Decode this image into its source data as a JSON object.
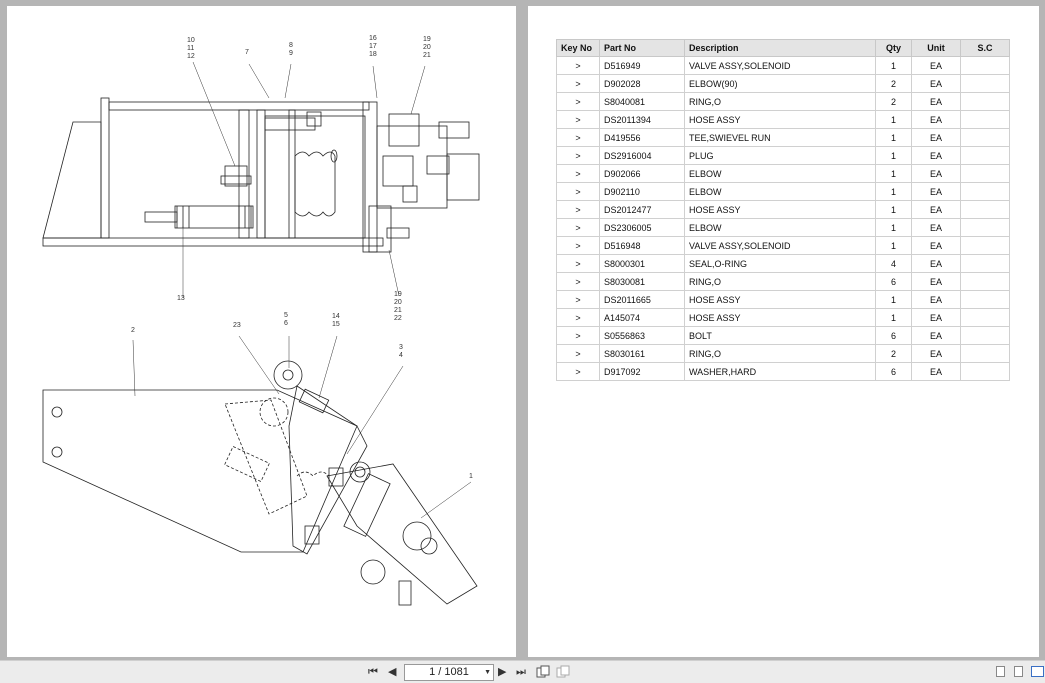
{
  "table": {
    "headers": [
      "Key No",
      "Part No",
      "Description",
      "Qty",
      "Unit",
      "S.C"
    ],
    "rows": [
      {
        "key": ">",
        "part": "D516949",
        "desc": "VALVE ASSY,SOLENOID",
        "qty": "1",
        "unit": "EA",
        "sc": ""
      },
      {
        "key": ">",
        "part": "D902028",
        "desc": "ELBOW(90)",
        "qty": "2",
        "unit": "EA",
        "sc": ""
      },
      {
        "key": ">",
        "part": "S8040081",
        "desc": "RING,O",
        "qty": "2",
        "unit": "EA",
        "sc": ""
      },
      {
        "key": ">",
        "part": "DS2011394",
        "desc": "HOSE ASSY",
        "qty": "1",
        "unit": "EA",
        "sc": ""
      },
      {
        "key": ">",
        "part": "D419556",
        "desc": "TEE,SWIEVEL RUN",
        "qty": "1",
        "unit": "EA",
        "sc": ""
      },
      {
        "key": ">",
        "part": "DS2916004",
        "desc": "PLUG",
        "qty": "1",
        "unit": "EA",
        "sc": ""
      },
      {
        "key": ">",
        "part": "D902066",
        "desc": "ELBOW",
        "qty": "1",
        "unit": "EA",
        "sc": ""
      },
      {
        "key": ">",
        "part": "D902110",
        "desc": "ELBOW",
        "qty": "1",
        "unit": "EA",
        "sc": ""
      },
      {
        "key": ">",
        "part": "DS2012477",
        "desc": "HOSE ASSY",
        "qty": "1",
        "unit": "EA",
        "sc": ""
      },
      {
        "key": ">",
        "part": "DS2306005",
        "desc": "ELBOW",
        "qty": "1",
        "unit": "EA",
        "sc": ""
      },
      {
        "key": ">",
        "part": "D516948",
        "desc": "VALVE ASSY,SOLENOID",
        "qty": "1",
        "unit": "EA",
        "sc": ""
      },
      {
        "key": ">",
        "part": "S8000301",
        "desc": "SEAL,O-RING",
        "qty": "4",
        "unit": "EA",
        "sc": ""
      },
      {
        "key": ">",
        "part": "S8030081",
        "desc": "RING,O",
        "qty": "6",
        "unit": "EA",
        "sc": ""
      },
      {
        "key": ">",
        "part": "DS2011665",
        "desc": "HOSE ASSY",
        "qty": "1",
        "unit": "EA",
        "sc": ""
      },
      {
        "key": ">",
        "part": "A145074",
        "desc": "HOSE ASSY",
        "qty": "1",
        "unit": "EA",
        "sc": ""
      },
      {
        "key": ">",
        "part": "S0556863",
        "desc": "BOLT",
        "qty": "6",
        "unit": "EA",
        "sc": ""
      },
      {
        "key": ">",
        "part": "S8030161",
        "desc": "RING,O",
        "qty": "2",
        "unit": "EA",
        "sc": ""
      },
      {
        "key": ">",
        "part": "D917092",
        "desc": "WASHER,HARD",
        "qty": "6",
        "unit": "EA",
        "sc": ""
      }
    ]
  },
  "drawing": {
    "callouts_top": [
      "10",
      "11",
      "12",
      "7",
      "8",
      "9",
      "16",
      "17",
      "18",
      "19",
      "20",
      "21",
      "13",
      "19",
      "20",
      "21",
      "22"
    ],
    "callouts_bottom": [
      "2",
      "23",
      "5",
      "6",
      "14",
      "15",
      "3",
      "4",
      "1"
    ]
  },
  "toolbar": {
    "first_page": "⏮",
    "prev_page": "◀",
    "page_indicator": "1 / 1081",
    "next_page": "▶",
    "last_page": "⏭",
    "icons": [
      "first-page-icon",
      "prev-page-icon",
      "next-page-icon",
      "last-page-icon",
      "fit-width-icon",
      "fit-page-icon",
      "single-page-icon",
      "two-page-icon",
      "thumbnail-icon"
    ]
  }
}
